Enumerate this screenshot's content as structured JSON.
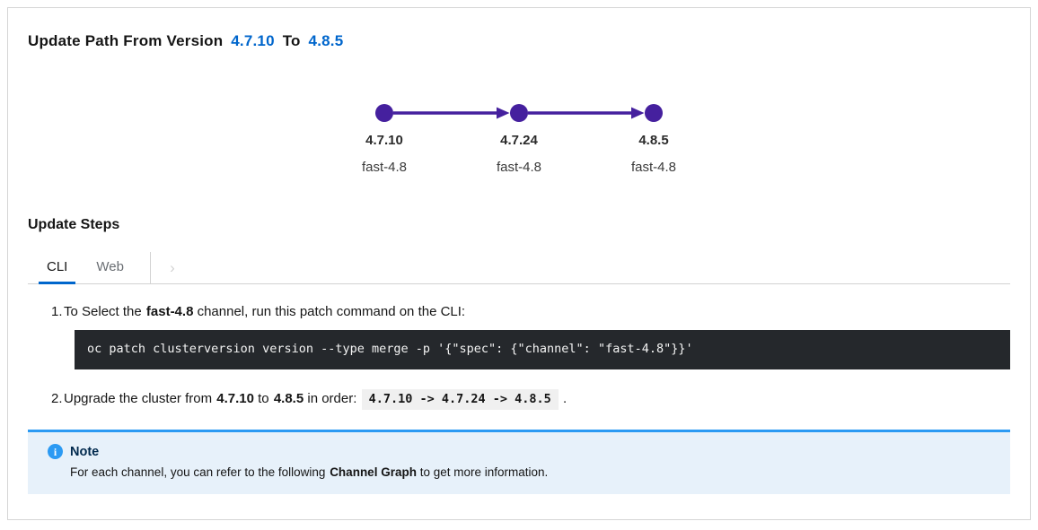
{
  "title": {
    "prefix": "Update Path From Version",
    "from_version": "4.7.10",
    "to_word": "To",
    "to_version": "4.8.5"
  },
  "graph": {
    "nodes": [
      {
        "version": "4.7.10",
        "channel": "fast-4.8"
      },
      {
        "version": "4.7.24",
        "channel": "fast-4.8"
      },
      {
        "version": "4.8.5",
        "channel": "fast-4.8"
      }
    ],
    "node_color": "#45209e"
  },
  "steps": {
    "heading": "Update Steps",
    "tabs": [
      {
        "label": "CLI",
        "active": true
      },
      {
        "label": "Web",
        "active": false
      }
    ],
    "items": [
      {
        "number": "1.",
        "t1": "To Select the",
        "b1": "fast-4.8",
        "t2": "channel, run this patch command on the CLI:",
        "code": "oc patch clusterversion version --type merge -p '{\"spec\": {\"channel\": \"fast-4.8\"}}'"
      },
      {
        "number": "2.",
        "t1": "Upgrade the cluster from",
        "b1": "4.7.10",
        "t2": "to",
        "b2": "4.8.5",
        "t3": "in order:",
        "inline_code": "4.7.10 -> 4.7.24 -> 4.8.5",
        "t4": "."
      }
    ]
  },
  "note": {
    "title": "Note",
    "t1": "For each channel, you can refer to the following",
    "b1": "Channel Graph",
    "t2": "to get more information."
  },
  "icons": {
    "chevron_right": "›",
    "info": "i"
  },
  "colors": {
    "accent_blue": "#0066cc",
    "node_purple": "#45209e",
    "note_blue": "#2b9af3",
    "code_bg": "#25282c"
  }
}
